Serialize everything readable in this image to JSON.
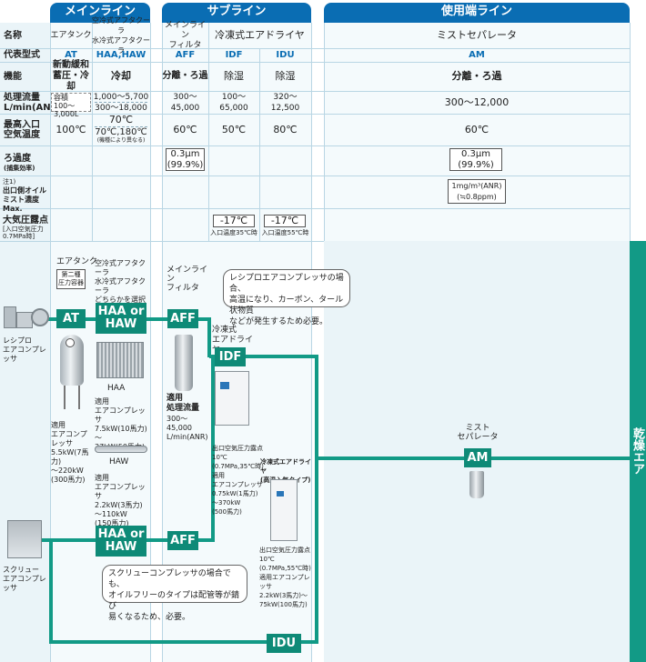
{
  "bands": {
    "main": "メインライン",
    "sub": "サブライン",
    "end": "使用端ライン"
  },
  "rows": {
    "name": "名称",
    "model": "代表型式",
    "function": "機能",
    "flow": "処理流量\nL/min(ANR)",
    "temp": "最高入口\n空気温度",
    "filtration": "ろ過度",
    "filtration_sub": "(捕集効率)",
    "oil_note": "注1)",
    "oil": "出口側オイル\nミスト濃度Max.",
    "dew": "大気圧露点",
    "dew_sub": "[入口空気圧力\n0.7MPa時]"
  },
  "table": {
    "at": {
      "name": "エアタンク",
      "model": "AT",
      "function": "新動緩和\n蓄圧・冷却",
      "flow_label": "容積",
      "flow": "100～3,000L",
      "temp": "100℃"
    },
    "haa": {
      "name": "空冷式アフタクーラ\n水冷式アフタクーラ",
      "model": "HAA,HAW",
      "function": "冷却",
      "flow1": "1,000～5,700",
      "flow2": "300～18,000",
      "temp1": "70℃",
      "temp2": "70℃,180℃",
      "temp_note": "(機種により異なる)"
    },
    "aff": {
      "name": "メインライン\nフィルタ",
      "model": "AFF",
      "function": "分離・ろ過",
      "flow": "300～45,000",
      "temp": "60℃",
      "filtration": "0.3μm\n(99.9%)"
    },
    "dryer_header": "冷凍式エアドライヤ",
    "idf": {
      "model": "IDF",
      "function": "除湿",
      "flow": "100～65,000",
      "temp": "50℃",
      "dew": "-17℃",
      "dew_note": "入口温度35℃時"
    },
    "idu": {
      "model": "IDU",
      "function": "除湿",
      "flow": "320～12,500",
      "temp": "80℃",
      "dew": "-17℃",
      "dew_note": "入口温度55℃時"
    },
    "am": {
      "name": "ミストセパレータ",
      "model": "AM",
      "function": "分離・ろ過",
      "flow": "300～12,000",
      "temp": "60℃",
      "filtration": "0.3μm\n(99.9%)",
      "oil": "1mg/m³(ANR)\n(≒0.8ppm)"
    }
  },
  "diagram": {
    "recip": "レシプロ\nエアコンプレッサ",
    "screw": "スクリュー\nエアコンプレッサ",
    "at_label": "エアタンク",
    "second_tank": "第二種\n圧力容器",
    "haa_select": "空冷式アフタクーラ\n水冷式アフタクーラ\nどちらかを選択",
    "aff_label": "メインライン\nフィルタ",
    "idf_label": "冷凍式\nエアドライヤ",
    "am_label": "ミスト\nセパレータ",
    "node_at": "AT",
    "node_haa": "HAA or\nHAW",
    "node_aff": "AFF",
    "node_idf": "IDF",
    "node_am": "AM",
    "node_idu": "IDU",
    "haa": "HAA",
    "haw": "HAW",
    "at_spec": "適用\nエアコンプレッサ\n5.5kW(7馬力)\n～220kW\n(300馬力)",
    "haa_spec": "適用\nエアコンプレッサ\n7.5kW(10馬力)～\n37kW(50馬力)",
    "haw_spec": "適用\nエアコンプレッサ\n2.2kW(3馬力)\n～110kW\n(150馬力)",
    "aff_spec_title": "適用\n処理流量",
    "aff_spec": "300～45,000\nL/min(ANR)",
    "idf_spec": "出口空気圧力露点\n10℃\n(0.7MPa,35℃時)\n適用\nエアコンプレッサ\n0.75kW(1馬力)\n～370kW\n(500馬力)",
    "idu_title": "冷凍式エアドライヤ\n(高温入気タイプ)",
    "idu_spec": "出口空気圧力露点\n10℃\n(0.7MPa,55℃時)\n適用エアコンプレッサ\n2.2kW(3馬力)～\n75kW(100馬力)",
    "callout1": "レシプロエアコンプレッサの場合、\n高温になり、カーボン、タール状物質\nなどが発生するため必要。",
    "callout2": "スクリューコンプレッサの場合でも、\nオイルフリーのタイプは配管等が錆び\n易くなるため、必要。",
    "dry_air": "乾燥エア"
  }
}
